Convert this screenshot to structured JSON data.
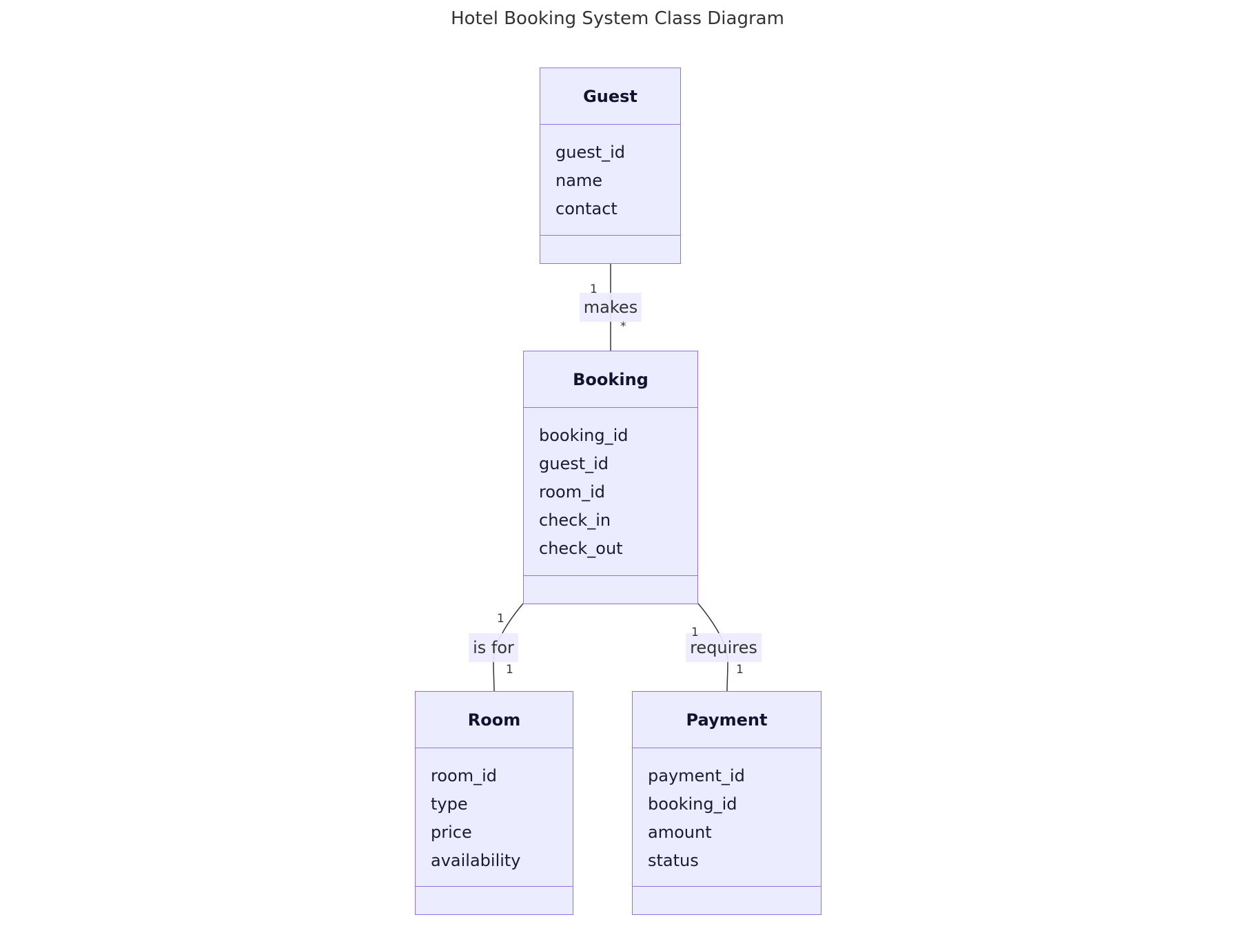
{
  "diagram": {
    "title": "Hotel Booking System Class Diagram",
    "classes": [
      {
        "name": "Guest",
        "attributes": [
          "guest_id",
          "name",
          "contact"
        ]
      },
      {
        "name": "Booking",
        "attributes": [
          "booking_id",
          "guest_id",
          "room_id",
          "check_in",
          "check_out"
        ]
      },
      {
        "name": "Room",
        "attributes": [
          "room_id",
          "type",
          "price",
          "availability"
        ]
      },
      {
        "name": "Payment",
        "attributes": [
          "payment_id",
          "booking_id",
          "amount",
          "status"
        ]
      }
    ],
    "relationships": [
      {
        "from": "Guest",
        "to": "Booking",
        "label": "makes",
        "from_multiplicity": "1",
        "to_multiplicity": "*"
      },
      {
        "from": "Booking",
        "to": "Room",
        "label": "is for",
        "from_multiplicity": "1",
        "to_multiplicity": "1"
      },
      {
        "from": "Booking",
        "to": "Payment",
        "label": "requires",
        "from_multiplicity": "1",
        "to_multiplicity": "1"
      }
    ],
    "colors": {
      "class_fill": "#ECECFF",
      "class_border": "#9370DB",
      "edge": "#343434",
      "label_background": "#ECECFF",
      "class_text": "#1a1a30",
      "title_text": "#333333"
    }
  }
}
